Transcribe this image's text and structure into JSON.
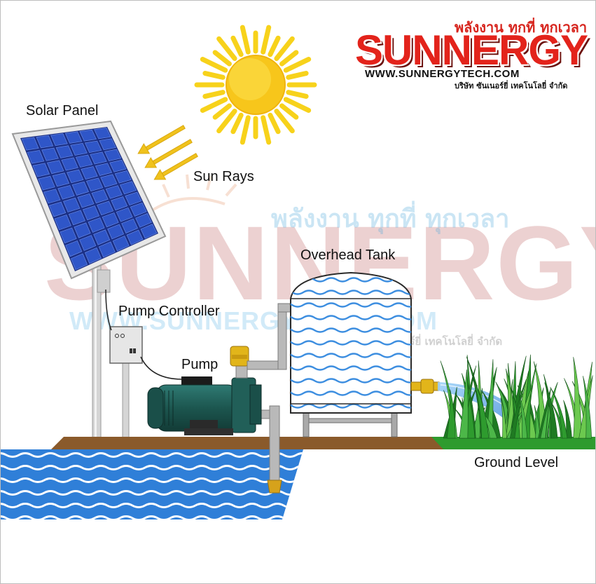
{
  "labels": {
    "solar_panel": "Solar Panel",
    "sun_rays": "Sun Rays",
    "pump_controller": "Pump Controller",
    "pump": "Pump",
    "overhead_tank": "Overhead Tank",
    "ground_level": "Ground Level"
  },
  "logo": {
    "tagline": "พลังงาน ทุกที่ ทุกเวลา",
    "brand": "SUNNERGY",
    "url": "WWW.SUNNERGYTECH.COM",
    "company": "บริษัท ซันเนอร์ยี่ เทคโนโลยี่ จำกัด"
  },
  "watermark": {
    "tagline": "พลังงาน ทุกที่ ทุกเวลา",
    "brand": "SUNNERGY",
    "url": "WWW.SUNNERGYTECH.COM",
    "company": "บริษัท ซันเนอร์ยี่ เทคโนโลยี่ จำกัด"
  },
  "colors": {
    "sun": "#f7d21b",
    "panel": "#1e3fa8",
    "ground": "#8a5a2b",
    "water": "#3d8ee0",
    "grass": "#2e9b2e",
    "pump": "#1d5b55",
    "brass": "#e2b51a",
    "brand_red": "#e3231b"
  },
  "icons": {
    "sun": "sun-icon",
    "solar_panel": "solar-panel-icon",
    "controller": "controller-box-icon",
    "pump": "water-pump-icon",
    "tank": "water-tank-icon",
    "grass": "grass-icon"
  }
}
